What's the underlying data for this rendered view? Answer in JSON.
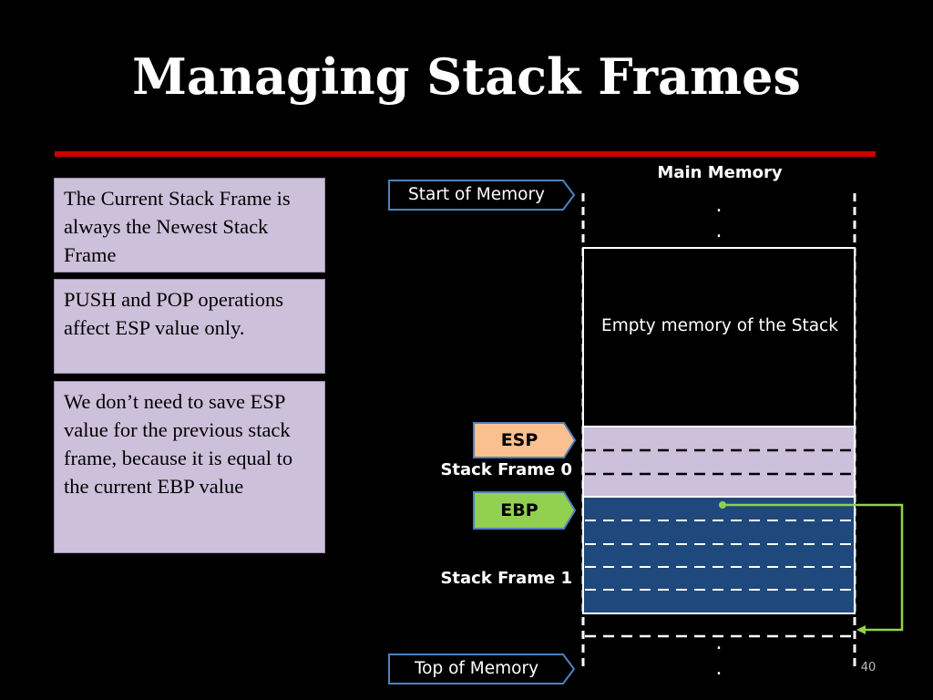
{
  "slide": {
    "title": "Managing Stack Frames",
    "number": "40"
  },
  "notes": [
    "The Current Stack Frame is always the Newest Stack Frame",
    "PUSH and POP operations affect ESP value only.",
    "We don’t need to save ESP value for the previous stack frame, because it is equal to the current EBP value"
  ],
  "memory": {
    "title": "Main Memory",
    "empty_label": "Empty memory of the Stack",
    "ellipsis_top": ".\n.",
    "ellipsis_bottom": ".\n."
  },
  "pointers": {
    "start_of_memory": "Start of Memory",
    "top_of_memory": "Top of Memory",
    "esp": "ESP",
    "ebp": "EBP"
  },
  "frames": {
    "frame0": "Stack Frame 0",
    "frame1": "Stack Frame 1"
  },
  "colors": {
    "divider": "#cc0000",
    "note_fill": "#ccc0da",
    "frame0_fill": "#ccc0da",
    "frame1_fill": "#1f497d",
    "esp_fill": "#fac090",
    "ebp_fill": "#92d050",
    "arrow": "#92d050",
    "tag_border": "#4f81bd"
  }
}
